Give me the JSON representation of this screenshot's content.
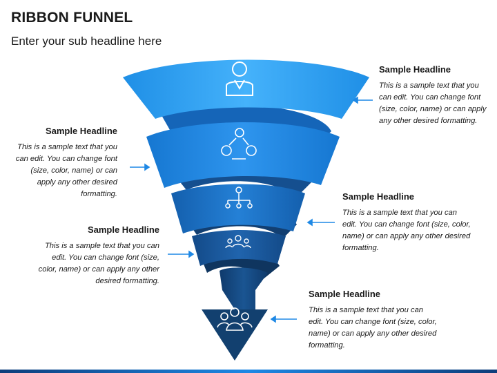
{
  "header": {
    "title": "RIBBON FUNNEL",
    "subtitle": "Enter your sub headline here"
  },
  "colors": {
    "ribbon_1": "#2b9cf2",
    "ribbon_2": "#1b86e0",
    "ribbon_3": "#1a6cc0",
    "ribbon_4": "#1a569b",
    "ribbon_5": "#154477",
    "arrow": "#1e88e5"
  },
  "steps": [
    {
      "icon": "person-icon",
      "headline": "Sample Headline",
      "text": "This is a sample text that you can edit. You can change font (size, color, name) or can apply any other desired formatting."
    },
    {
      "icon": "team-connection-icon",
      "headline": "Sample Headline",
      "text": "This is a sample text that you can edit. You can change font (size, color, name) or can apply any other desired formatting."
    },
    {
      "icon": "org-chart-icon",
      "headline": "Sample Headline",
      "text": "This is a sample text that you can edit. You can change font (size, color, name) or can apply any other desired formatting."
    },
    {
      "icon": "group-icon",
      "headline": "Sample Headline",
      "text": "This is a sample text that you can edit. You can change font (size, color, name) or can apply any other desired formatting."
    },
    {
      "icon": "business-team-icon",
      "headline": "Sample Headline",
      "text": "This is a sample text that you can edit. You can change font (size, color, name) or can apply any other desired formatting."
    }
  ]
}
